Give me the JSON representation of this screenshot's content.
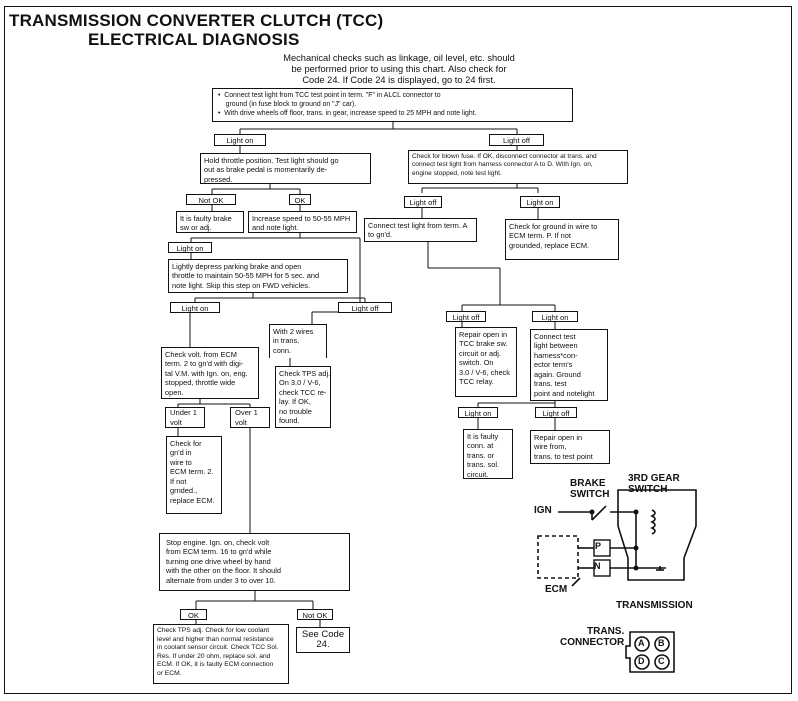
{
  "title": {
    "line1": "TRANSMISSION CONVERTER CLUTCH (TCC)",
    "line2": "ELECTRICAL DIAGNOSIS"
  },
  "intro_text": "Mechanical checks such as linkage, oil level, etc. should\nbe performed prior to using this chart. Also check for\nCode 24. If Code 24 is displayed, go to 24 first.",
  "steps": {
    "start": "•  Connect test light from TCC test point in term. \"F\" in ALCL connector to\n    ground (in fuse block to ground on \"J\" car).\n•  With drive wheels off floor, trans. in gear, increase speed to 25 MPH and note light.",
    "hold_throttle": "Hold throttle position. Test light should go\nout as brake pedal is momentarily de-\npressed.",
    "blown_fuse": "Check for blown fuse. If OK, disconnect connector at trans. and\nconnect test light from harness connector A to D. With Ign. on,\nengine stopped, note test light.",
    "faulty_brake": "It is faulty brake\nsw or adj.",
    "increase_speed": "Increase speed to 50-55 MPH\nand note light.",
    "parking_brake": "Lightly depress parking brake and open\nthrottle to maintain 50-55 MPH for 5 sec. and\nnote light. Skip this step on FWD vehicles.",
    "term_a": "Connect test light from term. A\nto gn'd.",
    "ground_p": "Check for ground in wire to\nECM term. P. If not\ngrounded, replace ECM.",
    "check_volt_2": "Check volt. from ECM\nterm. 2 to gn'd with digi-\ntal V.M. with Ign. on, eng.\nstopped, throttle wide\nopen.",
    "two_wires": "With 2 wires\nin trans.\nconn.",
    "tps_adj_v6": "Check TPS adj.\nOn 3.0 / V-6,\ncheck TCC re-\nlay. If OK,\nno trouble\nfound.",
    "repair_open": "Repair open in\nTCC brake sw.\ncircuit or adj.\nswitch. On\n3.0 / V-6, check\nTCC relay.",
    "connect_between": "Connect test\nlight between\nharness*con-\nector term's\nagain. Ground\ntrans. test\npoint and notelight",
    "gnd_term2": "Check for\ngn'd in\nwire to\nECM term. 2.\nIf not\ngrnded.,\nreplace ECM.",
    "faulty_conn": "It is faulty\nconn. at\ntrans. or\ntrans. sol.\ncircuit.",
    "repair_wire": "Repair open in\nwire from,\ntrans. to test point",
    "stop_engine": "Stop engine. Ign. on, check volt\nfrom ECM term. 16 to gn'd while\nturning one drive wheel by hand\nwith the other on the floor. It should\nalternate from under 3 to over 10.",
    "final_ok": "Check TPS adj. Check for low coolant\nlevel and higher than normal resistance\nin coolant sensor circuit. Check TCC Sol.\nRes. If under 20 ohm, replace sol. and\nECM. If OK, it is faulty ECM connection\nor ECM.",
    "see_code": "See Code\n24."
  },
  "labels": {
    "light_on": "Light on",
    "light_off": "Light off",
    "not_ok": "Not OK",
    "ok": "OK",
    "under_1": "Under 1\nvolt",
    "over_1": "Over 1\nvolt"
  },
  "schematic": {
    "brake_switch": "BRAKE\nSWITCH",
    "third_gear": "3RD GEAR\nSWITCH",
    "ign": "IGN",
    "p": "P",
    "n": "N",
    "ecm": "ECM",
    "transmission": "TRANSMISSION",
    "trans_connector": "TRANS.\nCONNECTOR",
    "pin_a": "A",
    "pin_b": "B",
    "pin_c": "C",
    "pin_d": "D"
  }
}
